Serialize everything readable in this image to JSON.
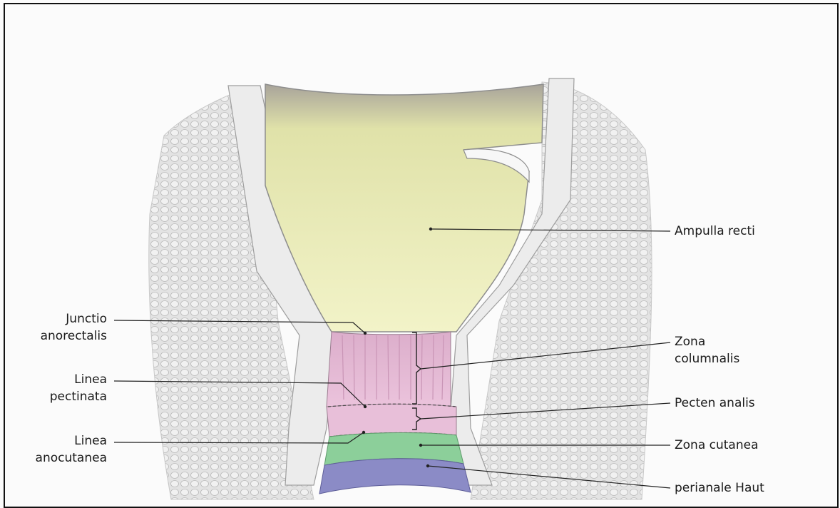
{
  "labels": {
    "ampulla_recti": "Ampulla recti",
    "junctio_anorectalis": [
      "Junctio",
      "anorectalis"
    ],
    "zona_columnalis": [
      "Zona",
      "columnalis"
    ],
    "linea_pectinata": [
      "Linea",
      "pectinata"
    ],
    "pecten_analis": "Pecten analis",
    "linea_anocutanea": [
      "Linea",
      "anocutanea"
    ],
    "zona_cutanea": "Zona cutanea",
    "perianale_haut": "perianale Haut"
  },
  "colors": {
    "ampulla": "#eef0b4",
    "zona_columnalis": "#e2b6d2",
    "pecten": "#e6bcd7",
    "zona_cutanea": "#8fcf9c",
    "perianale_haut": "#8c8cc8",
    "tissue": "#d9d9d9",
    "line": "#222222"
  }
}
